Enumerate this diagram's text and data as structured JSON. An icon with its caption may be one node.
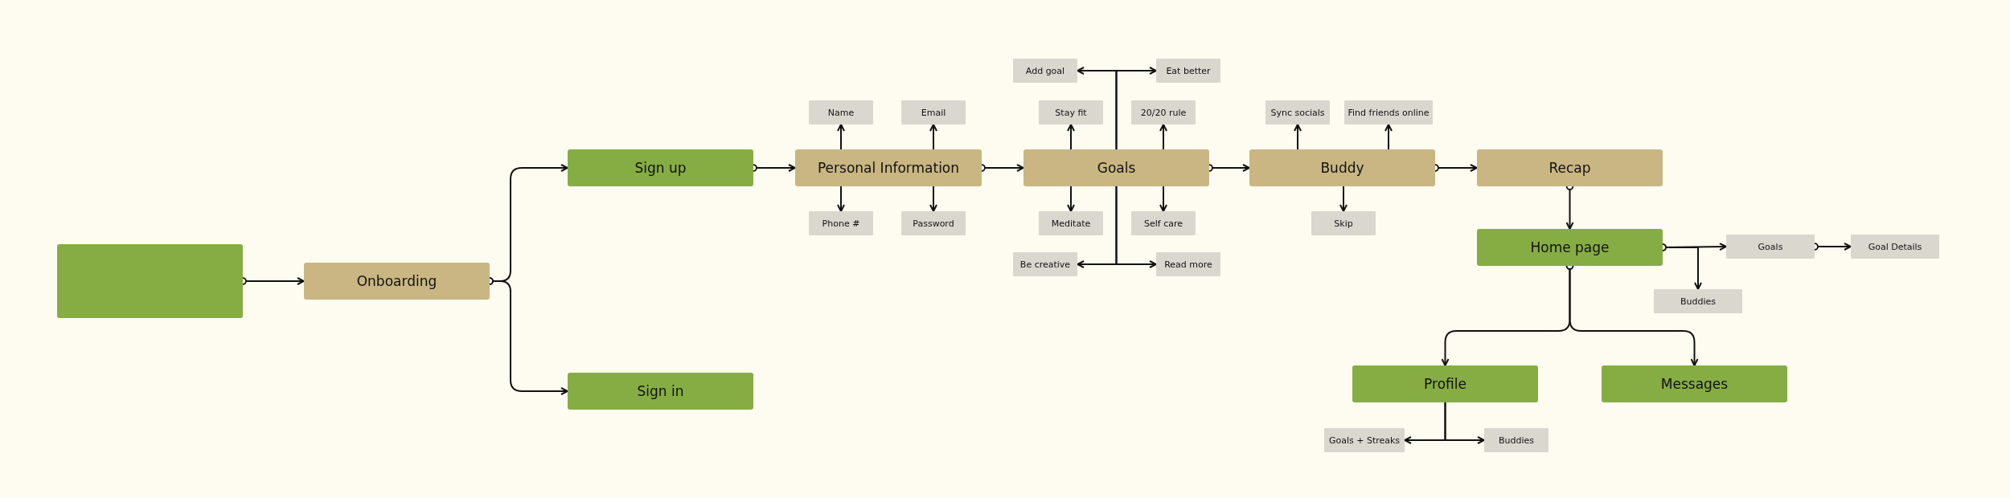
{
  "diagram": {
    "nodes": [
      {
        "text": [],
        "shape": "box"
      },
      {
        "text": [
          "Onboarding"
        ]
      },
      {
        "text": [
          "Sign up"
        ]
      },
      {
        "text": [
          "Sign in"
        ]
      },
      {
        "text": [
          "Personal Information"
        ]
      },
      {
        "text": [
          "Name"
        ]
      },
      {
        "text": [
          "Email"
        ]
      },
      {
        "text": [
          "Phone #"
        ]
      },
      {
        "text": [
          "Password"
        ]
      },
      {
        "text": [
          "Goals"
        ]
      },
      {
        "text": [
          "Add goal"
        ]
      },
      {
        "text": [
          "Eat better"
        ]
      },
      {
        "text": [
          "Stay fit"
        ]
      },
      {
        "text": [
          "20/20 rule"
        ]
      },
      {
        "text": [
          "Meditate"
        ]
      },
      {
        "text": [
          "Self care"
        ]
      },
      {
        "text": [
          "Be creative"
        ]
      },
      {
        "text": [
          "Read more"
        ]
      },
      {
        "text": [
          "Buddy"
        ]
      },
      {
        "text": [
          "Sync socials"
        ]
      },
      {
        "text": [
          "Find friends online"
        ]
      },
      {
        "text": [
          "Skip"
        ]
      },
      {
        "text": [
          "Recap"
        ]
      },
      {
        "text": [
          "Home page"
        ]
      },
      {
        "text": [
          "Goals"
        ]
      },
      {
        "text": [
          "Goal Details"
        ]
      },
      {
        "text": [
          "Buddies"
        ]
      },
      {
        "text": [
          "Profile"
        ]
      },
      {
        "text": [
          "Messages"
        ]
      },
      {
        "text": [
          "Goals + Streaks"
        ]
      },
      {
        "text": [
          "Buddies"
        ]
      }
    ],
    "edges": [
      {
        "from": 0,
        "to": 1,
        "arrow": "to"
      },
      {
        "from": 1,
        "to": 2,
        "arrow": "to"
      },
      {
        "from": 1,
        "to": 3,
        "arrow": "to"
      },
      {
        "from": 2,
        "to": 4,
        "arrow": "to"
      },
      {
        "from": 4,
        "to": 5,
        "arrow": "to"
      },
      {
        "from": 4,
        "to": 6,
        "arrow": "to"
      },
      {
        "from": 4,
        "to": 7,
        "arrow": "to"
      },
      {
        "from": 4,
        "to": 8,
        "arrow": "to"
      },
      {
        "from": 4,
        "to": 9,
        "arrow": "to"
      },
      {
        "from": 9,
        "to": 10,
        "arrow": "to"
      },
      {
        "from": 9,
        "to": 11,
        "arrow": "to"
      },
      {
        "from": 9,
        "to": 12,
        "arrow": "to"
      },
      {
        "from": 9,
        "to": 13,
        "arrow": "to"
      },
      {
        "from": 9,
        "to": 14,
        "arrow": "to"
      },
      {
        "from": 9,
        "to": 15,
        "arrow": "to"
      },
      {
        "from": 9,
        "to": 16,
        "arrow": "to"
      },
      {
        "from": 9,
        "to": 17,
        "arrow": "to"
      },
      {
        "from": 9,
        "to": 18,
        "arrow": "to"
      },
      {
        "from": 18,
        "to": 19,
        "arrow": "to"
      },
      {
        "from": 18,
        "to": 20,
        "arrow": "to"
      },
      {
        "from": 18,
        "to": 21,
        "arrow": "to"
      },
      {
        "from": 18,
        "to": 22,
        "arrow": "to"
      },
      {
        "from": 22,
        "to": 23,
        "arrow": "to"
      },
      {
        "from": 23,
        "to": 24,
        "arrow": "to"
      },
      {
        "from": 23,
        "to": 26,
        "arrow": "to"
      },
      {
        "from": 24,
        "to": 25,
        "arrow": "to"
      },
      {
        "from": 23,
        "to": 27,
        "arrow": "to"
      },
      {
        "from": 23,
        "to": 28,
        "arrow": "to"
      },
      {
        "from": 27,
        "to": 29,
        "arrow": "to"
      },
      {
        "from": 27,
        "to": 30,
        "arrow": "to"
      }
    ]
  }
}
